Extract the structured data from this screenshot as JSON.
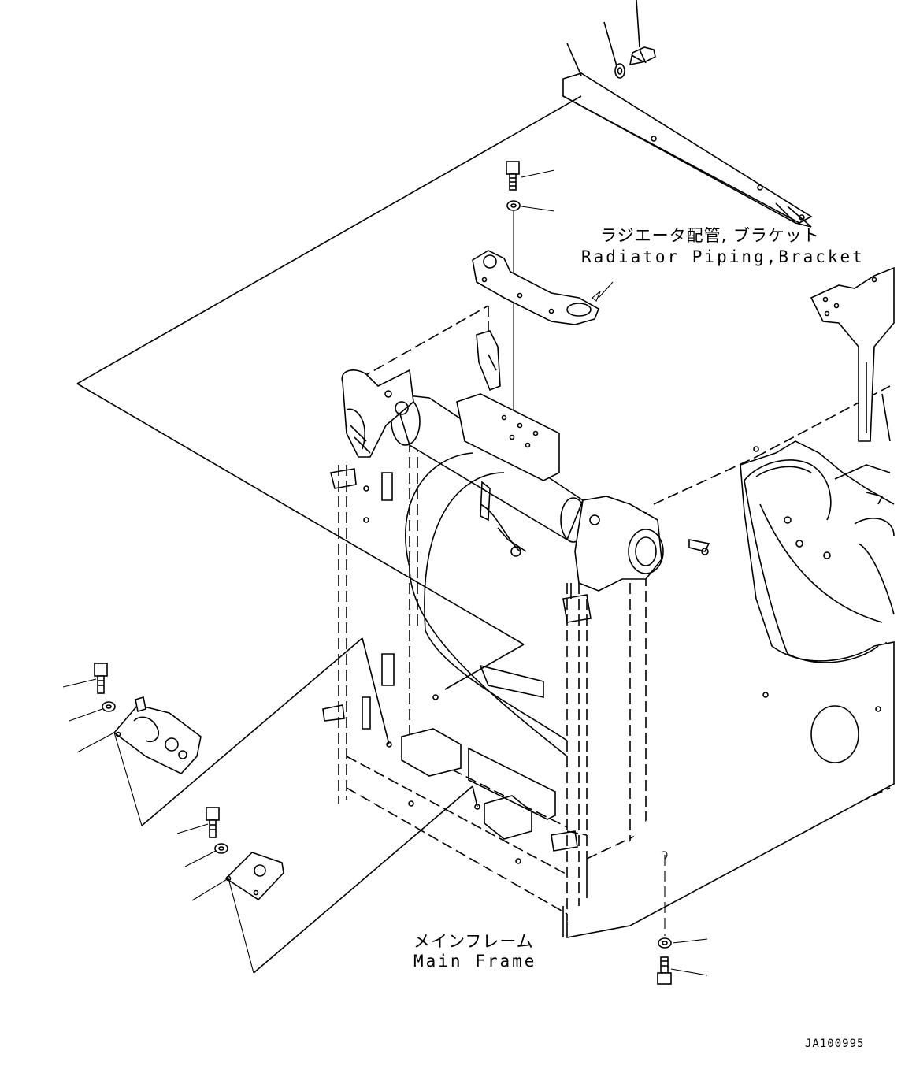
{
  "labels": {
    "radiator_jp": "ラジエータ配管, ブラケット",
    "radiator_en": "Radiator Piping,Bracket",
    "mainframe_jp": "メインフレーム",
    "mainframe_en": "Main Frame",
    "drawing_code": "JA100995"
  }
}
